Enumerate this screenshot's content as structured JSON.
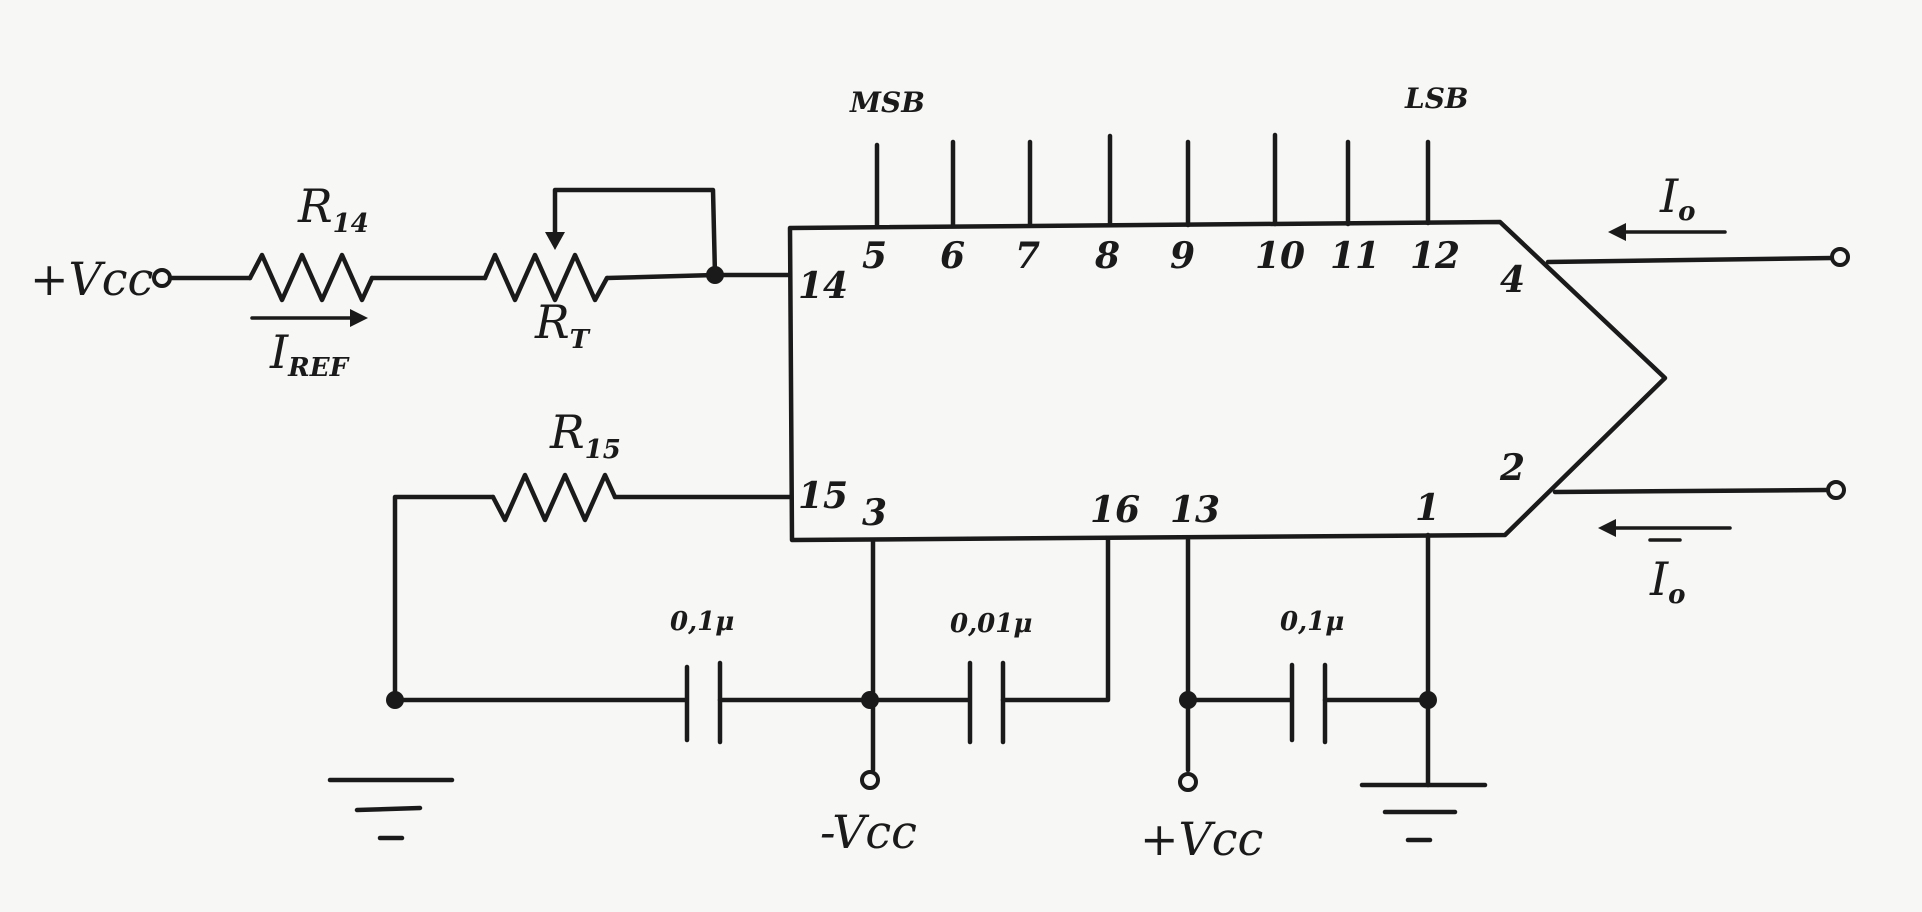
{
  "chip": {
    "bit_labels": {
      "msb": "MSB",
      "lsb": "LSB"
    },
    "top_pins": [
      "5",
      "6",
      "7",
      "8",
      "9",
      "10",
      "11",
      "12"
    ],
    "pin_14": "14",
    "pin_15": "15",
    "pin_3": "3",
    "pin_16": "16",
    "pin_13": "13",
    "pin_1": "1",
    "pin_4": "4",
    "pin_2": "2"
  },
  "components": {
    "r14": {
      "letter": "R",
      "sub": "14"
    },
    "rt": {
      "letter": "R",
      "sub": "T"
    },
    "r15": {
      "letter": "R",
      "sub": "15"
    },
    "c1": "0,1μ",
    "c2": "0,01μ",
    "c3": "0,1μ"
  },
  "supplies": {
    "vcc_input": "+Vcc",
    "neg_vcc": "-Vcc",
    "pos_vcc": "+Vcc"
  },
  "currents": {
    "iref": {
      "letter": "I",
      "sub": "REF"
    },
    "io": {
      "letter": "I",
      "sub": "o"
    },
    "io_bar": {
      "letter": "I",
      "sub": "o"
    }
  }
}
